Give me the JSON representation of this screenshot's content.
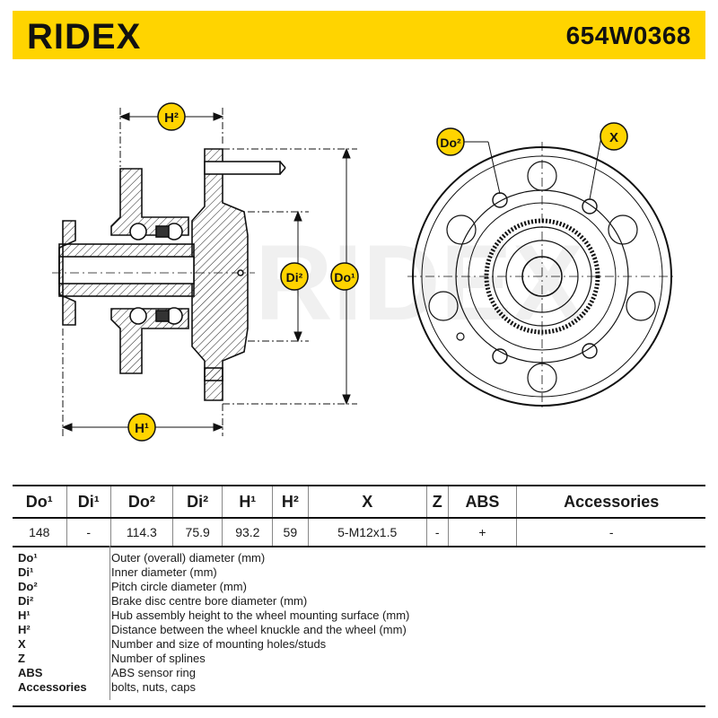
{
  "header": {
    "brand": "RIDEX",
    "part_number": "654W0368",
    "background_color": "#ffd400"
  },
  "drawing": {
    "labels": {
      "H2": "H²",
      "H1": "H¹",
      "Di2": "Di²",
      "Do1": "Do¹",
      "Do2": "Do²",
      "X": "X"
    },
    "watermark": "RIDEX",
    "badge_color": "#ffd400"
  },
  "specs": {
    "headers": [
      "Do¹",
      "Di¹",
      "Do²",
      "Di²",
      "H¹",
      "H²",
      "X",
      "Z",
      "ABS",
      "Accessories"
    ],
    "values": [
      "148",
      "-",
      "114.3",
      "75.9",
      "93.2",
      "59",
      "5-M12x1.5",
      "-",
      "+",
      "-"
    ]
  },
  "legend": {
    "items": [
      {
        "key": "Do¹",
        "desc": "Outer (overall) diameter (mm)"
      },
      {
        "key": "Di¹",
        "desc": "Inner diameter (mm)"
      },
      {
        "key": "Do²",
        "desc": "Pitch circle diameter (mm)"
      },
      {
        "key": "Di²",
        "desc": "Brake disc centre bore diameter (mm)"
      },
      {
        "key": "H¹",
        "desc": "Hub assembly height to the wheel mounting surface (mm)"
      },
      {
        "key": "H²",
        "desc": "Distance between the wheel knuckle and the wheel (mm)"
      },
      {
        "key": "X",
        "desc": "Number and size of mounting holes/studs"
      },
      {
        "key": "Z",
        "desc": "Number of splines"
      },
      {
        "key": "ABS",
        "desc": "ABS sensor ring"
      },
      {
        "key": "Accessories",
        "desc": "bolts, nuts, caps"
      }
    ]
  }
}
